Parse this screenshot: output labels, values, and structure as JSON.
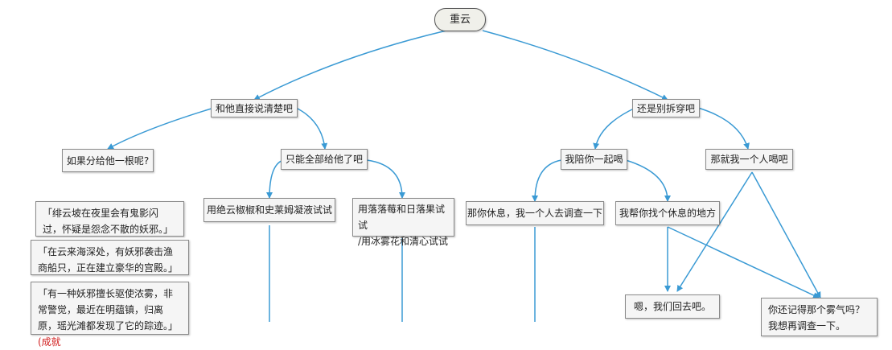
{
  "root": "重云",
  "level1": {
    "left": "和他直接说清楚吧",
    "right": "还是别拆穿吧"
  },
  "level2": {
    "ask_branch": "如果分给他一根呢?",
    "give_all": "只能全部给他了吧",
    "accompany_drink": "我陪你一起喝",
    "drink_alone": "那就我一个人喝吧"
  },
  "level3": {
    "try_pepper": "用绝云椒椒和史莱姆凝液试试",
    "try_fruit": "用落落莓和日落果试试\n/用冰雾花和清心试试",
    "you_rest": "那你休息，我一个人去调查一下",
    "find_rest": "我帮你找个休息的地方"
  },
  "rumors": {
    "line1": "「绯云坡在夜里会有鬼影闪过，怀疑是怨念不散的妖邪。」",
    "line2": "「在云来海深处，有妖邪袭击渔商船只，正在建立豪华的宫殿。」",
    "line3_main": "「有一种妖邪擅长驱使浓雾，非常警觉，最近在明蕴镇，归离原，瑶光滩都发现了它的踪迹。」",
    "line3_tag": "(成就"
  },
  "endings": {
    "go_back": "嗯，我们回去吧。",
    "remember_fog": "你还记得那个雾气吗？我想再调查一下。"
  }
}
